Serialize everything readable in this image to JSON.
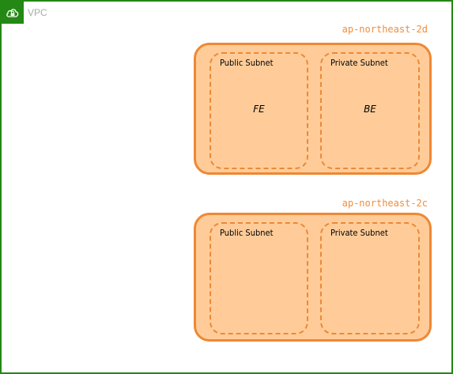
{
  "vpc": {
    "label": "VPC",
    "icon": "cloud-lock-icon",
    "border_color": "#248814"
  },
  "availability_zones": [
    {
      "label": "ap-northeast-2d",
      "subnets": [
        {
          "title": "Public Subnet",
          "content": "FE"
        },
        {
          "title": "Private Subnet",
          "content": "BE"
        }
      ]
    },
    {
      "label": "ap-northeast-2c",
      "subnets": [
        {
          "title": "Public Subnet",
          "content": ""
        },
        {
          "title": "Private Subnet",
          "content": ""
        }
      ]
    }
  ],
  "colors": {
    "az_fill": "#ffcc99",
    "az_border": "#ee8835",
    "az_label": "#f08d3c"
  }
}
